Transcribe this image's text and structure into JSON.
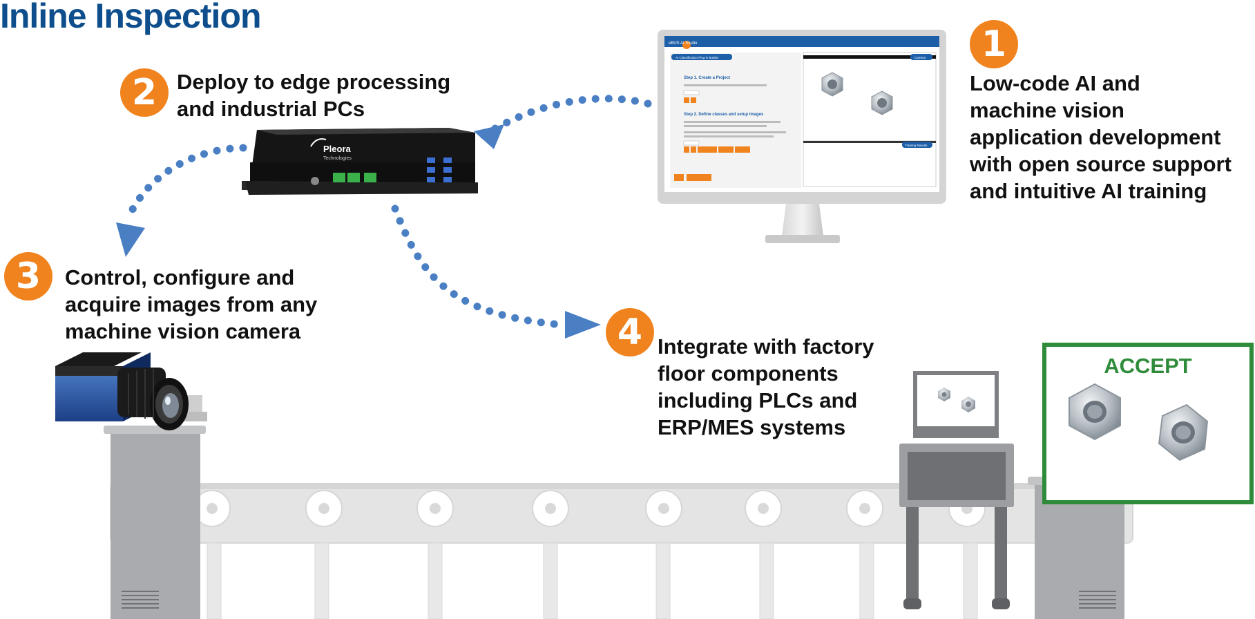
{
  "title": "Inline Inspection",
  "steps": [
    {
      "number": "1",
      "lines": [
        "Low-code AI and",
        "machine vision",
        "application development",
        "with open source support",
        "and intuitive AI training"
      ]
    },
    {
      "number": "2",
      "lines": [
        "Deploy to edge processing",
        "and industrial PCs"
      ]
    },
    {
      "number": "3",
      "lines": [
        "Control, configure and",
        "acquire images from any",
        "machine vision camera"
      ]
    },
    {
      "number": "4",
      "lines": [
        "Integrate with factory",
        "floor components",
        "including PLCs and",
        "ERP/MES systems"
      ]
    }
  ],
  "accept_label": "ACCEPT",
  "device": {
    "brand": "Pleora",
    "brand_sub": "Technologies"
  },
  "monitor_app": {
    "logo": "eBUS AI Studio",
    "panel_header": "AI Classification Plug-in Builder",
    "step1_title": "Step 1. Create a Project",
    "step2_title": "Step 2. Define classes and setup images",
    "camera_tab": "Camera",
    "training_tab": "Training Results"
  },
  "colors": {
    "brand_blue": "#0f4e8c",
    "badge_orange": "#f0831e",
    "arrow_blue": "#4a7fc4",
    "accept_green": "#2e8b3a",
    "conveyor_gray": "#e6e6e6",
    "machine_gray": "#a9abae"
  }
}
